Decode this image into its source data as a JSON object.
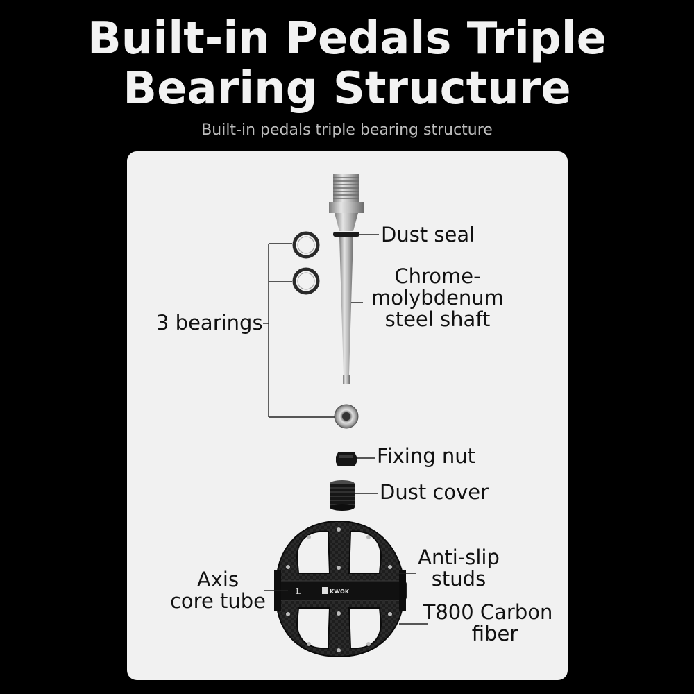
{
  "header": {
    "title_line1": "Built-in Pedals Triple",
    "title_line2": "Bearing Structure",
    "subtitle": "Built-in pedals triple bearing structure"
  },
  "labels": {
    "dust_seal": "Dust seal",
    "shaft_line1": "Chrome-",
    "shaft_line2": "molybdenum",
    "shaft_line3": "steel shaft",
    "bearings": "3 bearings",
    "fixing_nut": "Fixing nut",
    "dust_cover": "Dust cover",
    "anti_slip_line1": "Anti-slip",
    "anti_slip_line2": "studs",
    "axis_line1": "Axis",
    "axis_line2": "core tube",
    "carbon_line1": "T800 Carbon",
    "carbon_line2": "fiber"
  },
  "pedal": {
    "side_mark": "L",
    "brand": "KWOK"
  },
  "colors": {
    "background": "#000000",
    "panel": "#f1f1f1",
    "title": "#f2f2f2",
    "subtitle": "#bdbdbd",
    "label": "#111111"
  }
}
